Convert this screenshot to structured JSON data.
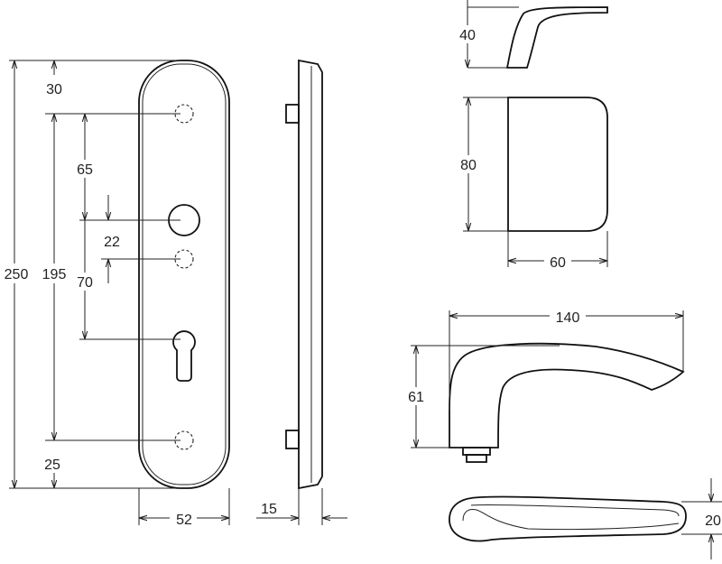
{
  "diagram": {
    "plate_front": {
      "dims": {
        "top_offset": "30",
        "spacing_upper": "65",
        "spacing_small": "22",
        "total_height": "250",
        "hole_span": "195",
        "spacing_cylinder": "70",
        "bottom_offset": "25",
        "width": "52"
      }
    },
    "plate_side": {
      "dims": {
        "thickness": "15"
      }
    },
    "rose_top": {
      "dims": {
        "height": "40"
      }
    },
    "rose_front": {
      "dims": {
        "height": "80",
        "width": "60"
      }
    },
    "lever_side": {
      "dims": {
        "length": "140",
        "height": "61"
      }
    },
    "lever_top": {
      "dims": {
        "depth": "20"
      }
    }
  }
}
